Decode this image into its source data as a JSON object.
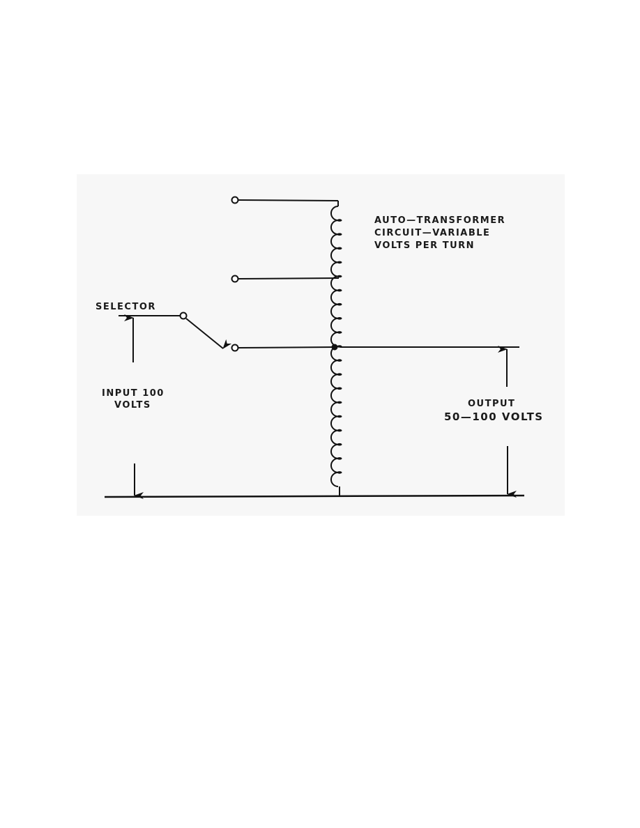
{
  "title_lines": [
    "AUTO—TRANSFORMER",
    "CIRCUIT—VARIABLE",
    "VOLTS PER TURN"
  ],
  "selector_label": "SELECTOR",
  "input_label": [
    "INPUT 100",
    "VOLTS"
  ],
  "output_label": [
    "OUTPUT",
    "50—100 VOLTS"
  ],
  "coil_turns": 20
}
